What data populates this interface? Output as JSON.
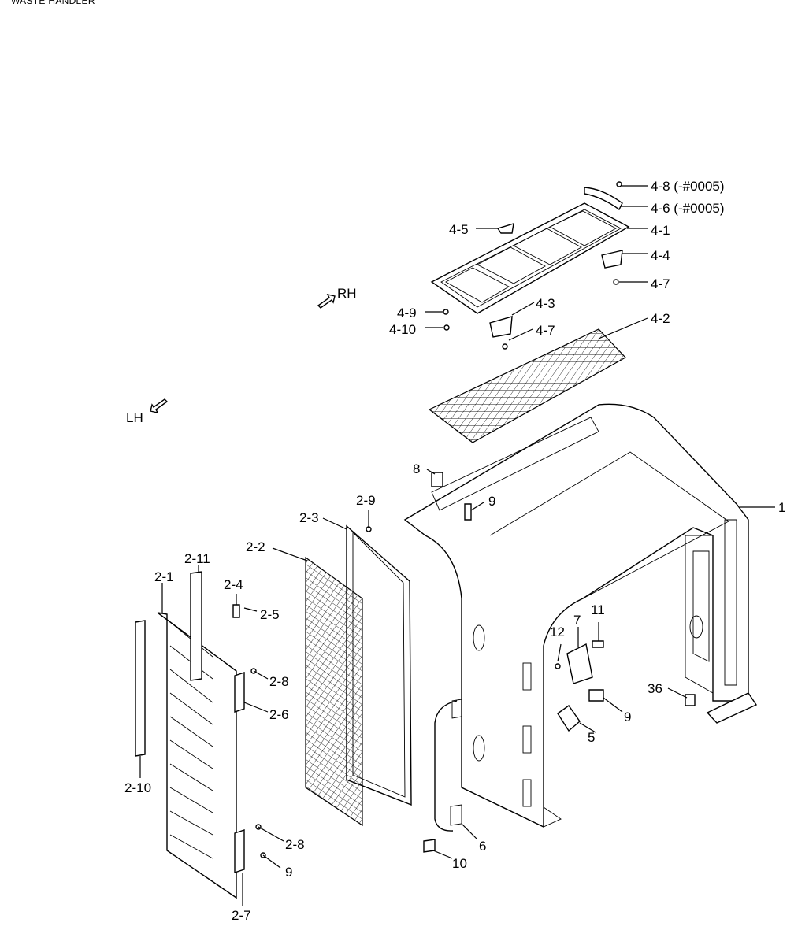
{
  "header": {
    "title": "WASTE HANDLER"
  },
  "directions": {
    "rh": "RH",
    "lh": "LH"
  },
  "callouts": {
    "c4_8": "4-8 (-#0005)",
    "c4_6": "4-6 (-#0005)",
    "c4_5": "4-5",
    "c4_1": "4-1",
    "c4_4": "4-4",
    "c4_7a": "4-7",
    "c4_3": "4-3",
    "c4_9": "4-9",
    "c4_10": "4-10",
    "c4_7b": "4-7",
    "c4_2": "4-2",
    "c8": "8",
    "c9a": "9",
    "c1": "1",
    "c2_9": "2-9",
    "c2_3": "2-3",
    "c2_2": "2-2",
    "c2_11": "2-11",
    "c2_1": "2-1",
    "c2_4": "2-4",
    "c2_5": "2-5",
    "c2_8a": "2-8",
    "c2_6": "2-6",
    "c2_10": "2-10",
    "c2_8b": "2-8",
    "c9b": "9",
    "c2_7": "2-7",
    "c12": "12",
    "c7": "7",
    "c11": "11",
    "c9c": "9",
    "c5": "5",
    "c36": "36",
    "c6": "6",
    "c10": "10"
  }
}
